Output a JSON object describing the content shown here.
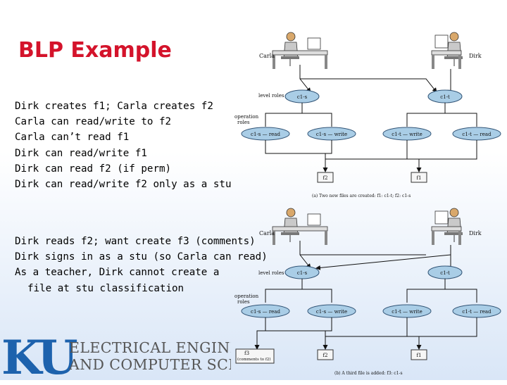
{
  "slide": {
    "title": "BLP Example",
    "block1": [
      "Dirk creates f1; Carla creates f2",
      "Carla can read/write to f2",
      "Carla can’t read f1",
      "Dirk can read/write f1",
      "Dirk can read f2 (if perm)",
      "Dirk can read/write f2 only as a stu"
    ],
    "block2": [
      "Dirk reads f2; want create f3 (comments)",
      "Dirk signs in as a stu (so Carla can read)",
      "As a teacher, Dirk cannot create a",
      "file at stu classification"
    ]
  },
  "logo": {
    "mark": "KU",
    "line1": "ELECTRICAL ENGINEERING",
    "line2": "AND COMPUTER SCIENCE"
  },
  "diagram_a": {
    "user_left": "Carla",
    "user_right": "Dirk",
    "level_roles_label": "level roles",
    "level_left": "c1-s",
    "level_right": "c1-t",
    "operation_roles_label_1": "operation",
    "operation_roles_label_2": "roles",
    "op1": "c1-s — read",
    "op2": "c1-s — write",
    "op3": "c1-t — write",
    "op4": "c1-t — read",
    "file1": "f2",
    "file2": "f1",
    "caption": "(a) Two new files are created: f1: c1-t; f2: c1-s"
  },
  "diagram_b": {
    "user_left": "Carla",
    "user_right": "Dirk",
    "level_roles_label": "level roles",
    "level_left": "c1-s",
    "level_right": "c1-t",
    "operation_roles_label_1": "operation",
    "operation_roles_label_2": "roles",
    "op1": "c1-s — read",
    "op2": "c1-s — write",
    "op3": "c1-t — write",
    "op4": "c1-t — read",
    "file0_name": "f3",
    "file0_note": "(comments to f2)",
    "file1": "f2",
    "file2": "f1",
    "caption": "(b) A third file is added: f3: c1-s"
  },
  "colors": {
    "title": "#d4132b",
    "role_fill": "#a9cde6",
    "ku_blue": "#1d62ad",
    "logo_gray": "#565656"
  }
}
